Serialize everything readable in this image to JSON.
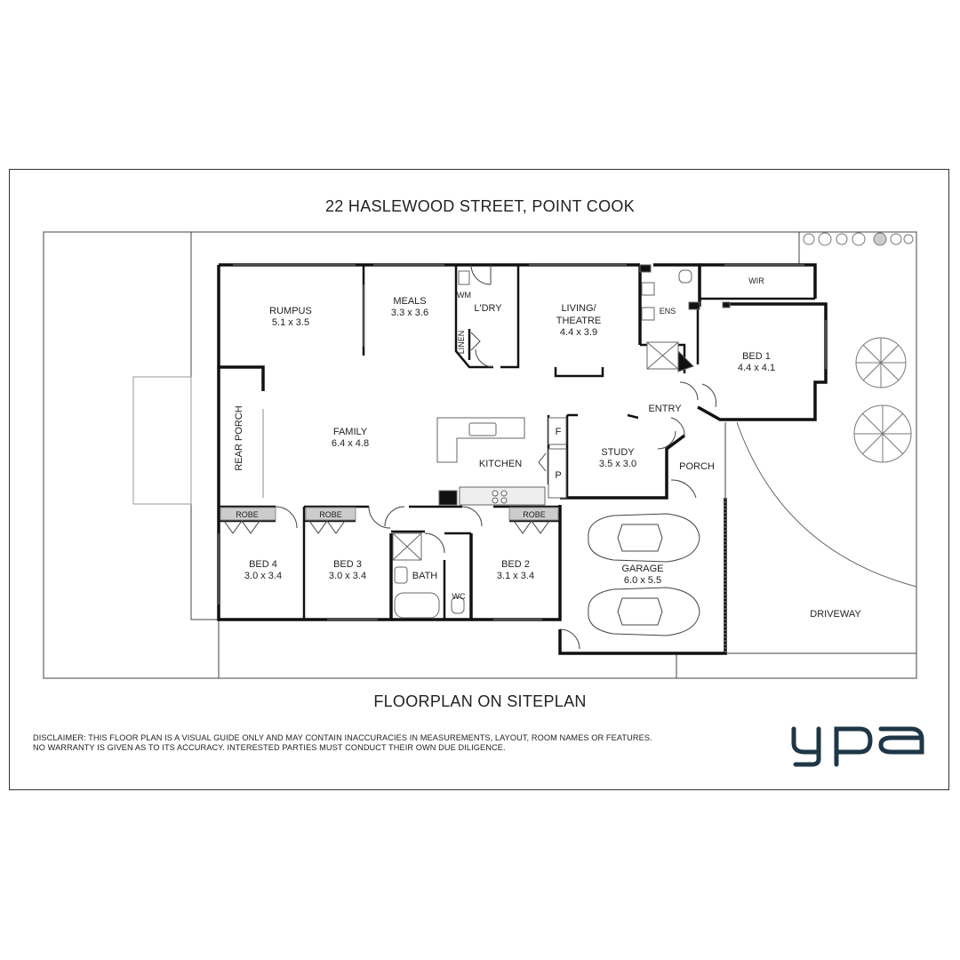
{
  "header": {
    "address": "22 HASLEWOOD STREET, POINT COOK"
  },
  "footer": {
    "caption": "FLOORPLAN ON SITEPLAN",
    "disclaimer_line1": "DISCLAIMER: THIS FLOOR PLAN IS A VISUAL GUIDE ONLY AND MAY CONTAIN INACCURACIES IN MEASUREMENTS, LAYOUT, ROOM NAMES OR FEATURES.",
    "disclaimer_line2": "NO WARRANTY IS GIVEN AS TO ITS ACCURACY. INTERESTED PARTIES MUST CONDUCT THEIR OWN DUE DILIGENCE.",
    "logo_text": "ypa",
    "logo_color": "#1e3646"
  },
  "rooms": {
    "rumpus": {
      "name": "RUMPUS",
      "size": "5.1 x 3.5"
    },
    "meals": {
      "name": "MEALS",
      "size": "3.3 x 3.6"
    },
    "laundry": {
      "name": "L'DRY"
    },
    "wm": {
      "name": "WM"
    },
    "linen": {
      "name": "LINEN"
    },
    "living": {
      "name1": "LIVING/",
      "name2": "THEATRE",
      "size": "4.4 x 3.9"
    },
    "ens": {
      "name": "ENS"
    },
    "wir": {
      "name": "WIR"
    },
    "bed1": {
      "name": "BED 1",
      "size": "4.4 x 4.1"
    },
    "family": {
      "name": "FAMILY",
      "size": "6.4 x 4.8"
    },
    "rear_porch": {
      "name": "REAR PORCH"
    },
    "kitchen": {
      "name": "KITCHEN"
    },
    "fridge": {
      "name": "F"
    },
    "pantry": {
      "name": "P"
    },
    "entry": {
      "name": "ENTRY"
    },
    "study": {
      "name": "STUDY",
      "size": "3.5 x 3.0"
    },
    "porch": {
      "name": "PORCH"
    },
    "bed4": {
      "name": "BED 4",
      "size": "3.0 x 3.4",
      "robe": "ROBE"
    },
    "bed3": {
      "name": "BED 3",
      "size": "3.0 x 3.4",
      "robe": "ROBE"
    },
    "bed2": {
      "name": "BED 2",
      "size": "3.1 x 3.4",
      "robe": "ROBE"
    },
    "bath": {
      "name": "BATH"
    },
    "wc": {
      "name": "WC"
    },
    "garage": {
      "name": "GARAGE",
      "size": "6.0 x 5.5"
    },
    "driveway": {
      "name": "DRIVEWAY"
    }
  }
}
